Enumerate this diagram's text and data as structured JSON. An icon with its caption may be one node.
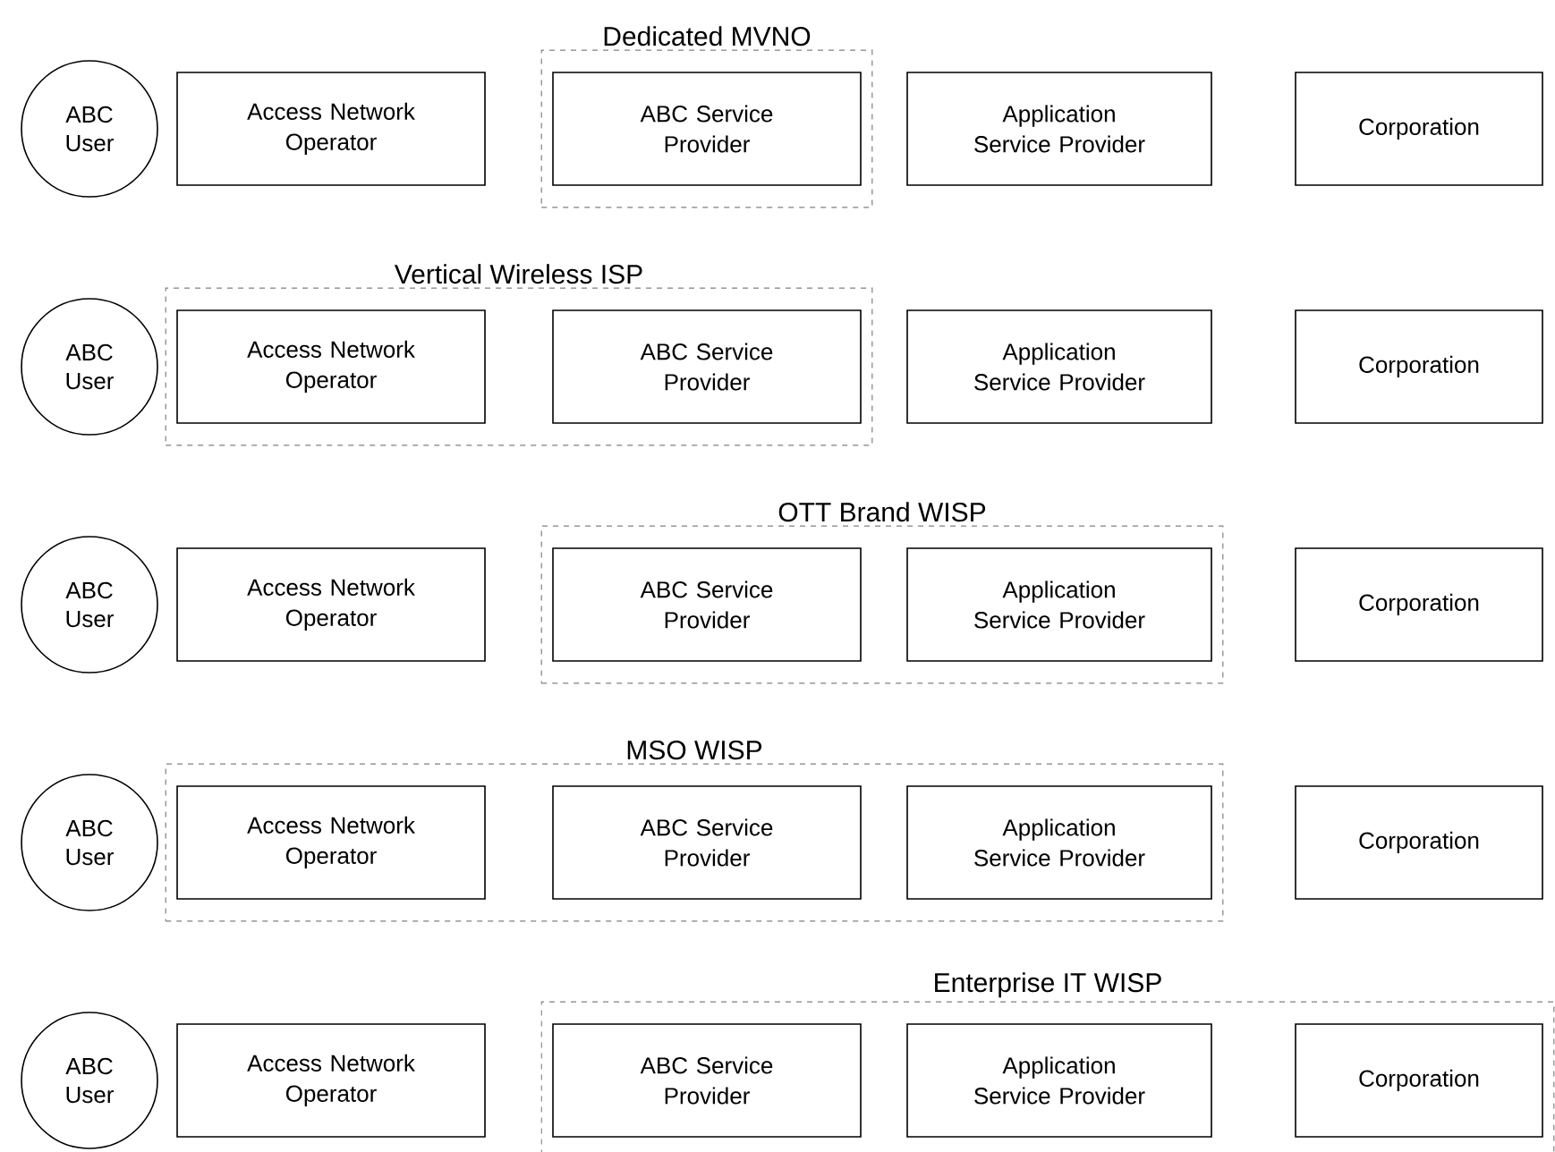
{
  "diagram": {
    "nodes": [
      {
        "text": [
          "ABC User"
        ]
      },
      {
        "text": [
          "Access Network Operator"
        ]
      },
      {
        "text": [
          "Dedicated MVNO"
        ]
      },
      {
        "text": [
          "ABC Service Provider"
        ],
        "in": 2
      },
      {
        "text": [
          "Application Service Provider"
        ]
      },
      {
        "text": [
          "Corporation"
        ]
      },
      {
        "text": [
          "ABC User"
        ]
      },
      {
        "text": [
          "Vertical Wireless ISP"
        ]
      },
      {
        "text": [
          "Access Network Operator"
        ],
        "in": 7
      },
      {
        "text": [
          "ABC Service Provider"
        ],
        "in": 7
      },
      {
        "text": [
          "Application Service Provider"
        ]
      },
      {
        "text": [
          "Corporation"
        ]
      },
      {
        "text": [
          "ABC User"
        ]
      },
      {
        "text": [
          "Access Network Operator"
        ]
      },
      {
        "text": [
          "OTT Brand WISP"
        ]
      },
      {
        "text": [
          "ABC Service Provider"
        ],
        "in": 14
      },
      {
        "text": [
          "Application Service Provider"
        ],
        "in": 14
      },
      {
        "text": [
          "Corporation"
        ]
      },
      {
        "text": [
          "ABC User"
        ]
      },
      {
        "text": [
          "MSO WISP"
        ]
      },
      {
        "text": [
          "Access Network Operator"
        ],
        "in": 19
      },
      {
        "text": [
          "ABC Service Provider"
        ],
        "in": 19
      },
      {
        "text": [
          "Application Service Provider"
        ],
        "in": 19
      },
      {
        "text": [
          "Corporation"
        ]
      },
      {
        "text": [
          "ABC User"
        ]
      },
      {
        "text": [
          "Access Network Operator"
        ]
      },
      {
        "text": [
          "Enterprise IT WISP"
        ]
      },
      {
        "text": [
          "ABC Service Provider"
        ],
        "in": 26
      },
      {
        "text": [
          "Application Service Provider"
        ],
        "in": 26
      },
      {
        "text": [
          "Corporation"
        ],
        "in": 26
      }
    ]
  }
}
